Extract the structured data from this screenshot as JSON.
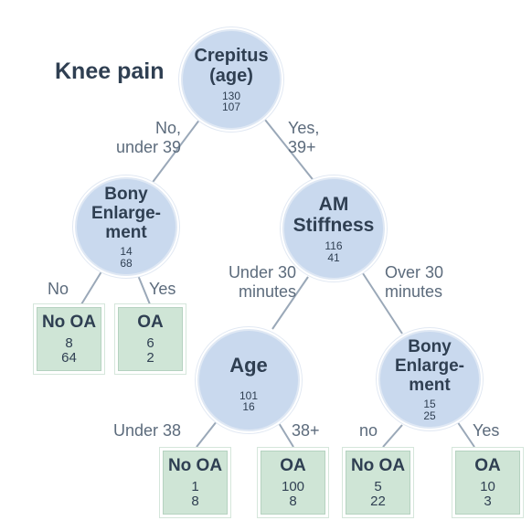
{
  "title": "Knee pain",
  "nodes": {
    "crepitus": {
      "name": "Crepitus\n(age)",
      "counts": [
        "130",
        "107"
      ]
    },
    "bony1": {
      "name": "Bony\nEnlarge-\nment",
      "counts": [
        "14",
        "68"
      ]
    },
    "am_stiffness": {
      "name": "AM\nStiffness",
      "counts": [
        "116",
        "41"
      ]
    },
    "age": {
      "name": "Age",
      "counts": [
        "101",
        "16"
      ]
    },
    "bony2": {
      "name": "Bony\nEnlarge-\nment",
      "counts": [
        "15",
        "25"
      ]
    }
  },
  "leaves": {
    "leaf1": {
      "name": "No OA",
      "counts": [
        "8",
        "64"
      ]
    },
    "leaf2": {
      "name": "OA",
      "counts": [
        "6",
        "2"
      ]
    },
    "leaf3": {
      "name": "No OA",
      "counts": [
        "1",
        "8"
      ]
    },
    "leaf4": {
      "name": "OA",
      "counts": [
        "100",
        "8"
      ]
    },
    "leaf5": {
      "name": "No OA",
      "counts": [
        "5",
        "22"
      ]
    },
    "leaf6": {
      "name": "OA",
      "counts": [
        "10",
        "3"
      ]
    }
  },
  "edge_labels": {
    "no_under_39": "No,\nunder 39",
    "yes_39_plus": "Yes,\n39+",
    "no": "No",
    "yes": "Yes",
    "under_30_minutes": "Under 30\nminutes",
    "over_30_minutes": "Over 30\nminutes",
    "under_38": "Under 38",
    "age_38_plus": "38+",
    "no_lower": "no",
    "yes_lower": "Yes"
  }
}
